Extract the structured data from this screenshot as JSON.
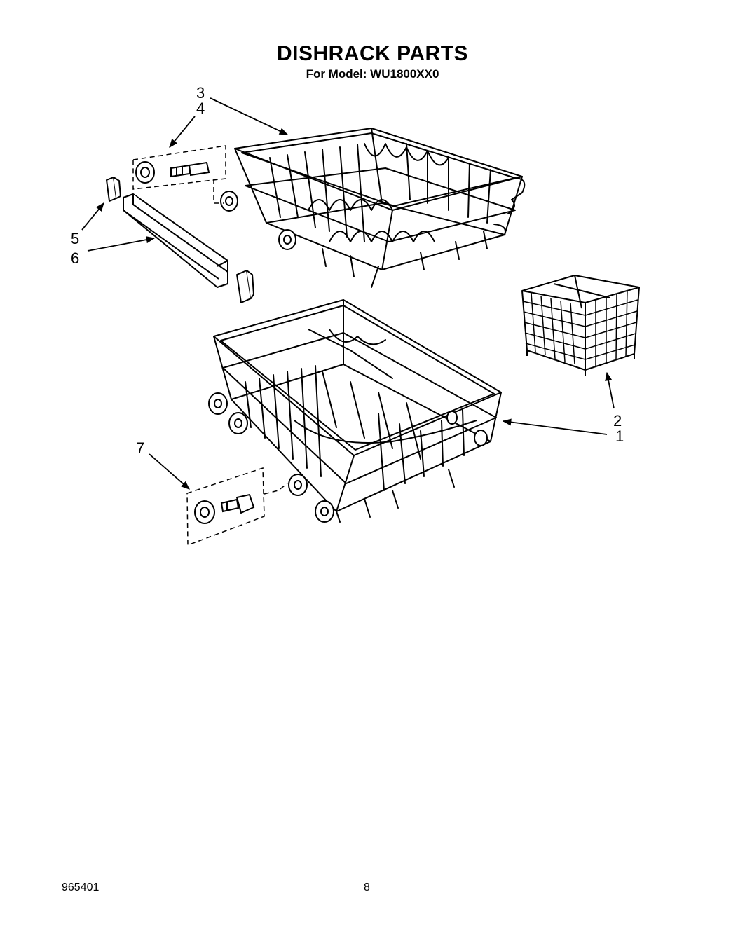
{
  "header": {
    "title": "DISHRACK PARTS",
    "subtitle": "For Model: WU1800XX0"
  },
  "callouts": {
    "c1": "1",
    "c2": "2",
    "c3": "3",
    "c4": "4",
    "c5": "5",
    "c6": "6",
    "c7": "7"
  },
  "footer": {
    "doc_number": "965401",
    "page_number": "8"
  }
}
